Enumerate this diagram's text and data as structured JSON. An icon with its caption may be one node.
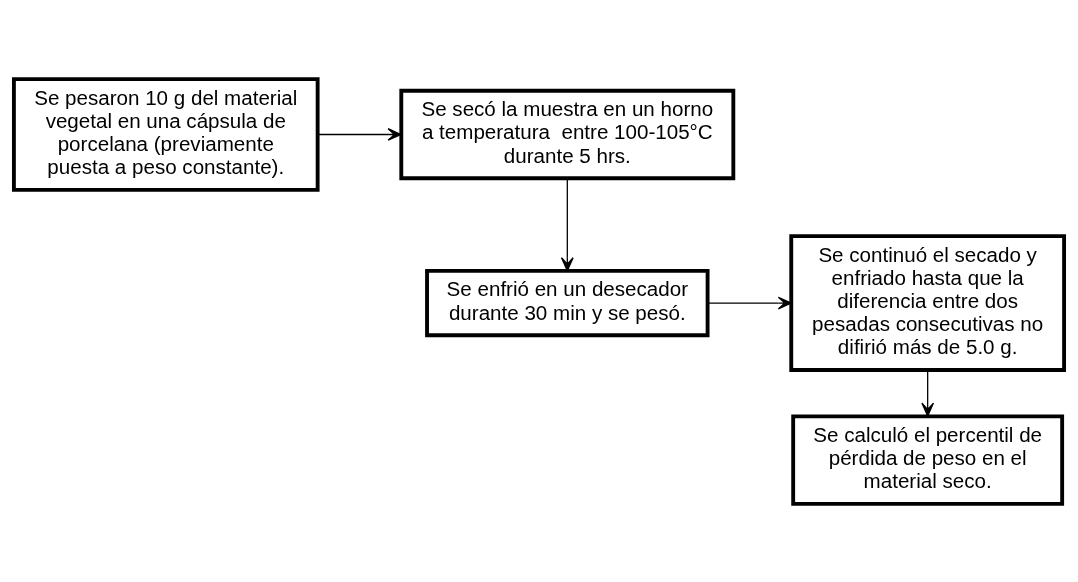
{
  "diagram": {
    "nodes": [
      {
        "text": [
          "Se pesaron 10 g del material vegetal en una cápsula de porcelana (previamente puesta a peso constante)."
        ]
      },
      {
        "text": [
          "Se secó la muestra en un horno a temperatura  entre 100-105°C durante 5 hrs."
        ]
      },
      {
        "text": [
          "Se enfrió en un desecador durante 30 min y se pesó."
        ]
      },
      {
        "text": [
          "Se continuó el secado y enfriado hasta que la diferencia entre dos pesadas consecutivas no difirió más de 5.0 g."
        ]
      },
      {
        "text": [
          "Se calculó el percentil de pérdida de peso en el material seco."
        ]
      }
    ],
    "edges": [
      {
        "from": 0,
        "to": 1,
        "arrow": "to"
      },
      {
        "from": 1,
        "to": 2,
        "arrow": "to"
      },
      {
        "from": 2,
        "to": 3,
        "arrow": "to"
      },
      {
        "from": 3,
        "to": 4,
        "arrow": "to"
      }
    ]
  }
}
